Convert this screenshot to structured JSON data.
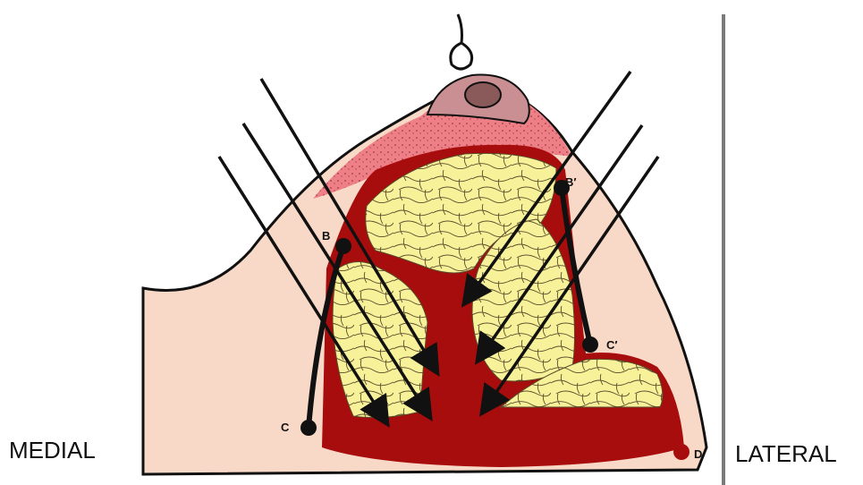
{
  "labels": {
    "medial": "MEDIAL",
    "lateral": "LATERAL"
  },
  "points": {
    "B": "B",
    "B_prime": "B′",
    "C": "C",
    "C_prime": "C′",
    "D": "D"
  },
  "colors": {
    "skin": "#f8d9c8",
    "areola_skin": "#ef7f86",
    "areola": "#c98f92",
    "tissue": "#a80d0d",
    "fat": "#f7f29a",
    "outline": "#111111",
    "divider": "#7a7a7a"
  }
}
